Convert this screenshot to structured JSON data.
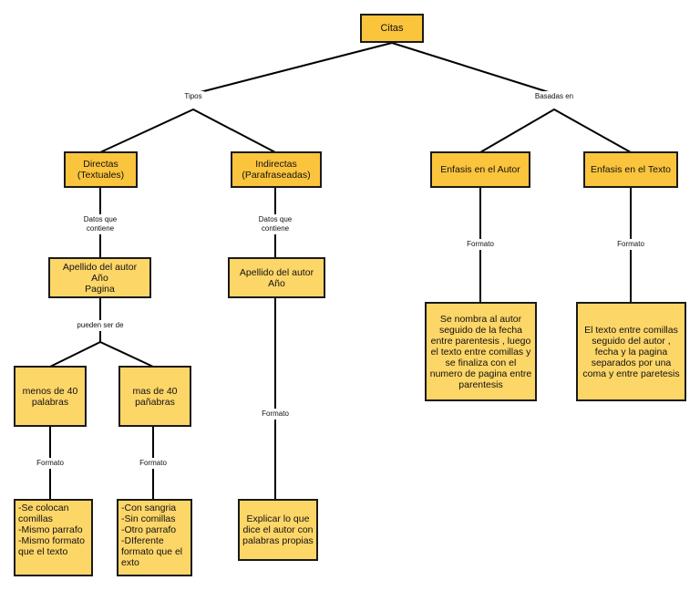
{
  "diagram": {
    "colors": {
      "node_fill": "#fdd668",
      "node_fill_strong": "#fbc43d",
      "node_border": "#1a1a1a",
      "connector": "#000000"
    },
    "nodes": {
      "root": "Citas",
      "directas": "Directas\n(Textuales)",
      "indirectas": "Indirectas\n(Parafraseadas)",
      "enfasis_autor": "Enfasis en el Autor",
      "enfasis_texto": "Enfasis en el Texto",
      "datos_directas": "Apellido del autor\nAño\nPagina",
      "datos_indirectas": "Apellido del autor\nAño",
      "menos_40": "menos de 40\npalabras",
      "mas_40": "mas de 40\npañabras",
      "formato_menos": "-Se colocan\ncomillas\n-Mismo parrafo\n-Mismo formato\nque el texto",
      "formato_mas": "-Con sangria\n-Sin comillas\n-Otro parrafo\n-DIferente\nformato que el\nexto",
      "formato_indirectas": "Explicar lo que\ndice el autor con\npalabras propias",
      "formato_autor": "Se nombra al autor\nseguido de la fecha\nentre parentesis , luego\nel texto entre comillas y\nse finaliza con el\nnumero de pagina entre\nparentesis",
      "formato_texto": "El texto entre comillas\nseguido del autor ,\nfecha y la pagina\nseparados por una\ncoma y entre paretesis"
    },
    "labels": {
      "tipos": "Tipos",
      "basadas_en": "Basadas en",
      "datos_que_contiene_1": "Datos que\ncontiene",
      "datos_que_contiene_2": "Datos que\ncontiene",
      "pueden_ser_de": "pueden ser de",
      "formato_menos": "Formato",
      "formato_mas": "Formato",
      "formato_indirectas": "Formato",
      "formato_autor": "Formato",
      "formato_texto": "Formato"
    }
  }
}
